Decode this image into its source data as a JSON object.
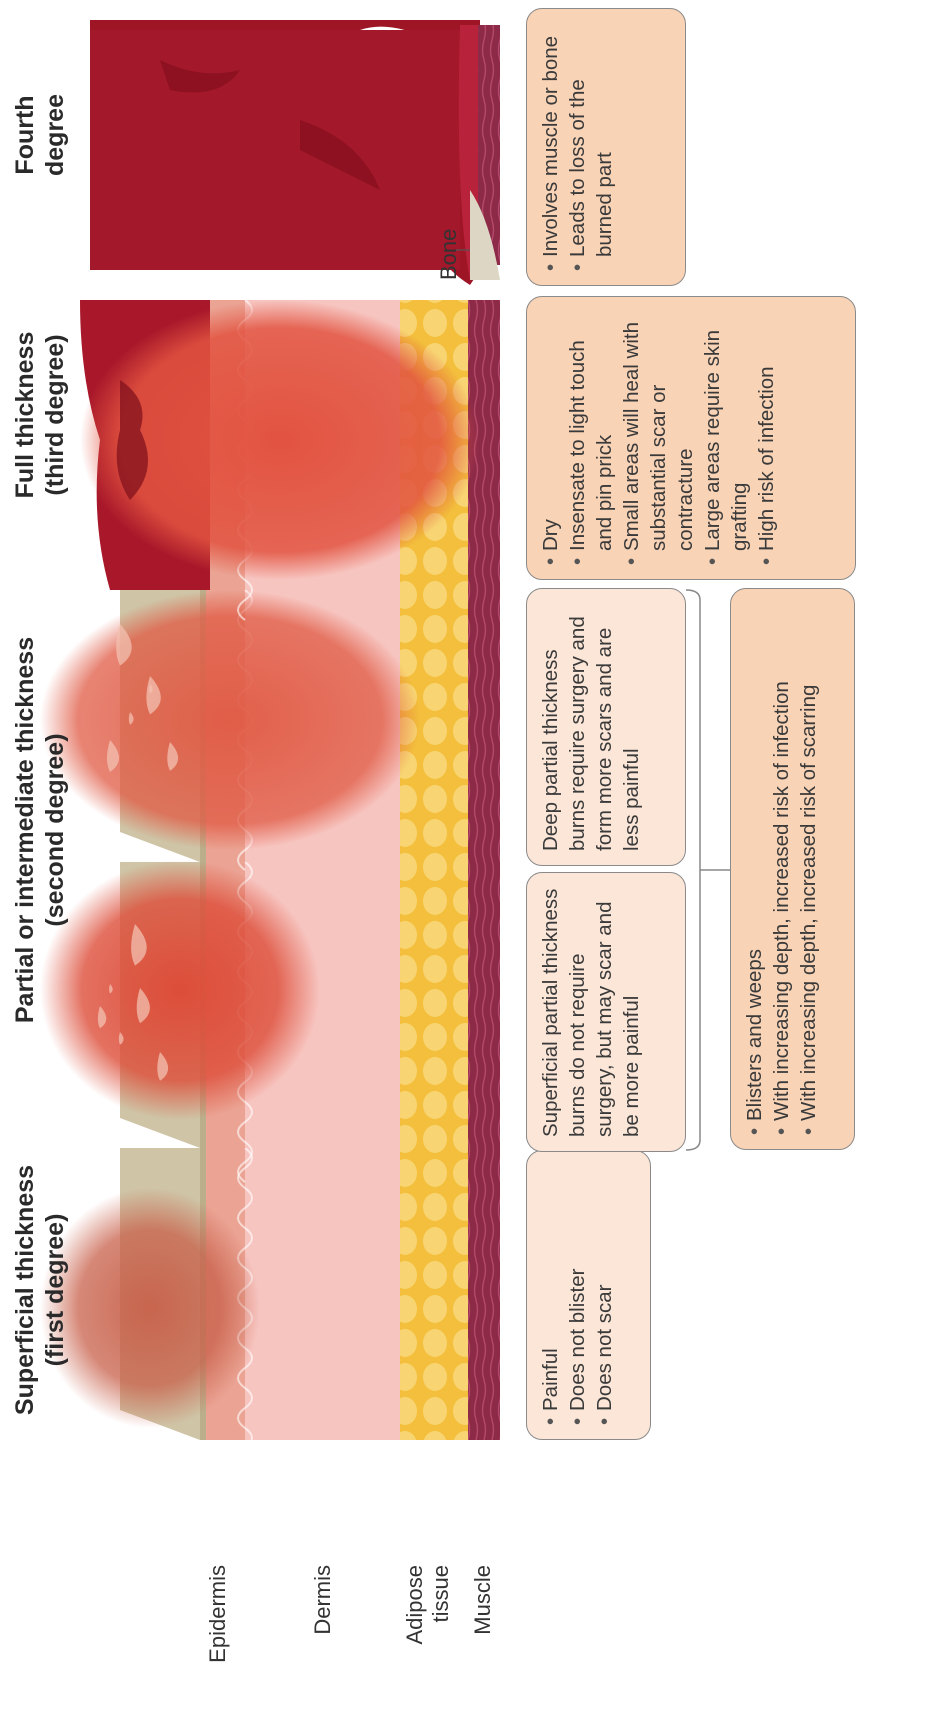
{
  "titles": {
    "superficial": [
      "Superficial thickness",
      "(first degree)"
    ],
    "partial": [
      "Partial or intermediate thickness",
      "(second degree)"
    ],
    "full": [
      "Full thickness",
      "(third degree)"
    ],
    "fourth": [
      "Fourth",
      "degree"
    ]
  },
  "layers": {
    "epidermis": "Epidermis",
    "dermis": "Dermis",
    "adipose": [
      "Adipose",
      "tissue"
    ],
    "muscle": "Muscle",
    "bone": "Bone"
  },
  "boxes": {
    "first": [
      "Painful",
      "Does not blister",
      "Does not scar"
    ],
    "superficial_partial": "Superficial partial thickness burns do not require surgery, but may scar and be more painful",
    "deep_partial": "Deep partial thickness burns require surgery and form more scars and are less painful",
    "second_common": [
      "Blisters and weeps",
      "With increasing depth, increased risk of infection",
      "With increasing depth, increased risk of scarring"
    ],
    "third": [
      "Dry",
      "Insensate to light touch and pin prick",
      "Small areas will heal with substantial scar or contracture",
      "Large areas require skin grafting",
      "High risk of infection"
    ],
    "fourth": [
      "Involves muscle or bone",
      "Leads to loss of the burned part"
    ]
  },
  "colors": {
    "skin_surface": "#cfc4a6",
    "epidermis": "#eba393",
    "dermis": "#f7c5c0",
    "adipose": "#f5c543",
    "muscle": "#8e2c4a",
    "burn_red": "#d2473a",
    "char": "#9e1625",
    "box_light": "#fbe6d8",
    "box_mid": "#f9d3b6"
  }
}
